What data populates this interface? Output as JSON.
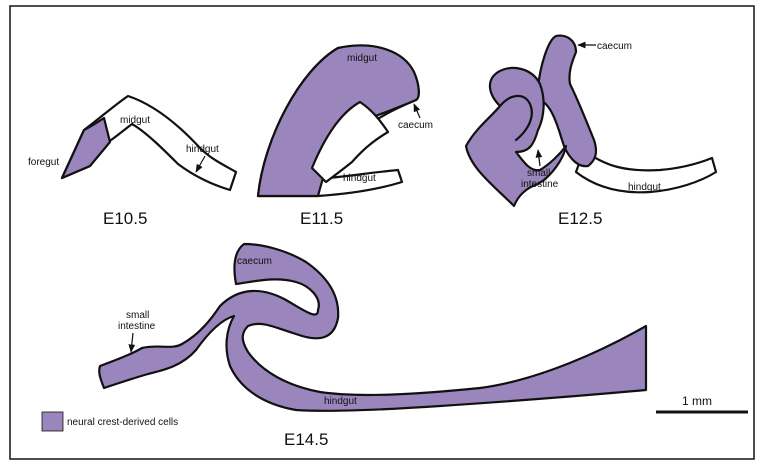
{
  "colors": {
    "neural_crest": "#9a86bd",
    "unlabelled": "#ffffff",
    "outline": "#111111",
    "frame": "#222222"
  },
  "stages": {
    "e105": {
      "title": "E10.5",
      "foregut": "foregut",
      "midgut": "midgut",
      "hindgut": "hindgut"
    },
    "e115": {
      "title": "E11.5",
      "midgut": "midgut",
      "caecum": "caecum",
      "hindgut": "hindgut"
    },
    "e125": {
      "title": "E12.5",
      "caecum": "caecum",
      "small_intestine_line1": "small",
      "small_intestine_line2": "intestine",
      "hindgut": "hindgut"
    },
    "e145": {
      "title": "E14.5",
      "caecum": "caecum",
      "small_intestine_line1": "small",
      "small_intestine_line2": "intestine",
      "hindgut": "hindgut"
    }
  },
  "legend": {
    "label": "neural crest-derived cells"
  },
  "scale_bar": {
    "label": "1 mm"
  }
}
